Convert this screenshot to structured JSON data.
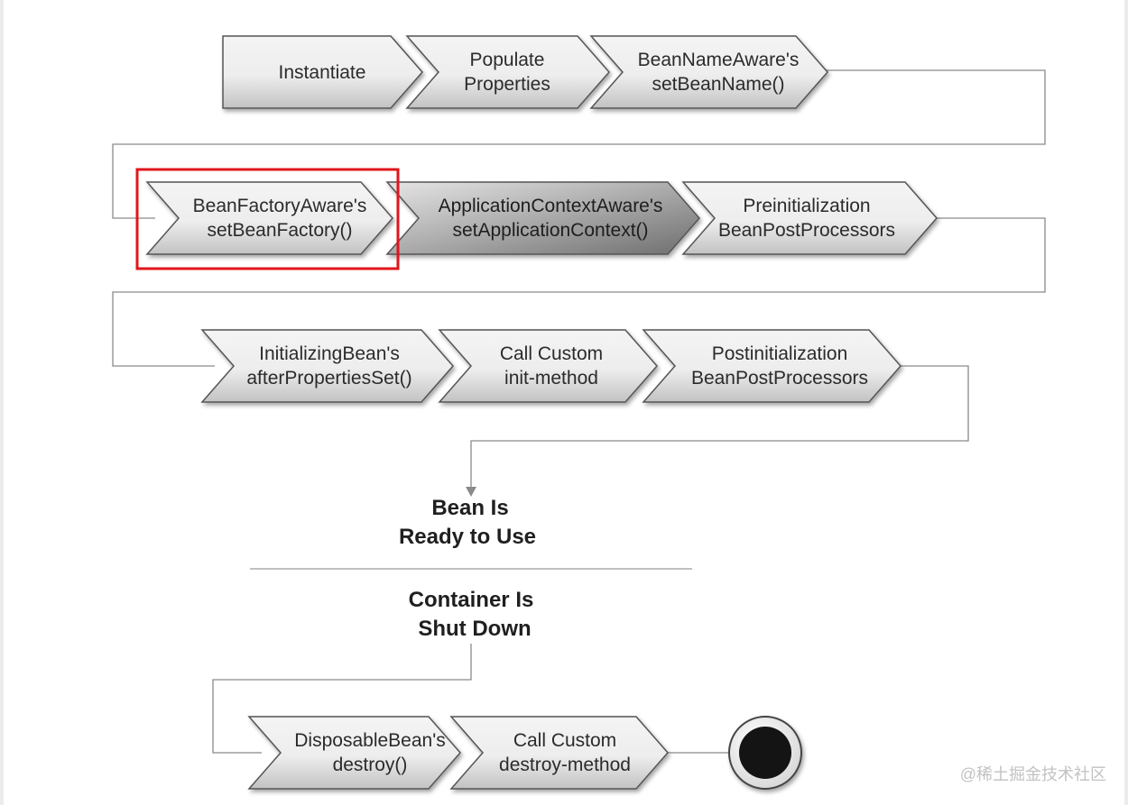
{
  "steps": {
    "instantiate": [
      "Instantiate"
    ],
    "populate": [
      "Populate",
      "Properties"
    ],
    "bean_name_aware": [
      "BeanNameAware's",
      "setBeanName()"
    ],
    "bean_factory_aware": [
      "BeanFactoryAware's",
      "setBeanFactory()"
    ],
    "app_context_aware": [
      "ApplicationContextAware's",
      "setApplicationContext()"
    ],
    "pre_init": [
      "Preinitialization",
      "BeanPostProcessors"
    ],
    "initializing_bean": [
      "InitializingBean's",
      "afterPropertiesSet()"
    ],
    "init_method": [
      "Call Custom",
      "init-method"
    ],
    "post_init": [
      "Postinitialization",
      "BeanPostProcessors"
    ],
    "disposable_bean": [
      "DisposableBean's",
      "destroy()"
    ],
    "destroy_method": [
      "Call Custom",
      "destroy-method"
    ]
  },
  "states": {
    "ready": [
      "Bean Is",
      "Ready to Use"
    ],
    "shutdown": [
      "Container Is",
      "Shut Down"
    ]
  },
  "watermark": "@稀土掘金技术社区",
  "colors": {
    "highlight": "#e0151b",
    "connector": "#8a8a8a",
    "shaded_step": "#8e8e8e"
  }
}
